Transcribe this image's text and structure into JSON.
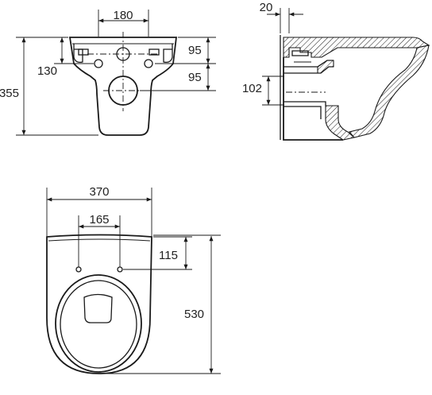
{
  "dimensions": {
    "front_top_width": "180",
    "front_upper_spacing": "95",
    "front_lower_spacing": "95",
    "front_hole_height": "130",
    "front_total_height": "355",
    "side_wall_offset": "20",
    "side_drain_height": "102",
    "top_width": "370",
    "top_hole_spacing": "165",
    "top_hole_depth": "115",
    "top_total_length": "530"
  },
  "colors": {
    "line": "#1a1a1a",
    "text": "#222222",
    "background": "#ffffff"
  }
}
